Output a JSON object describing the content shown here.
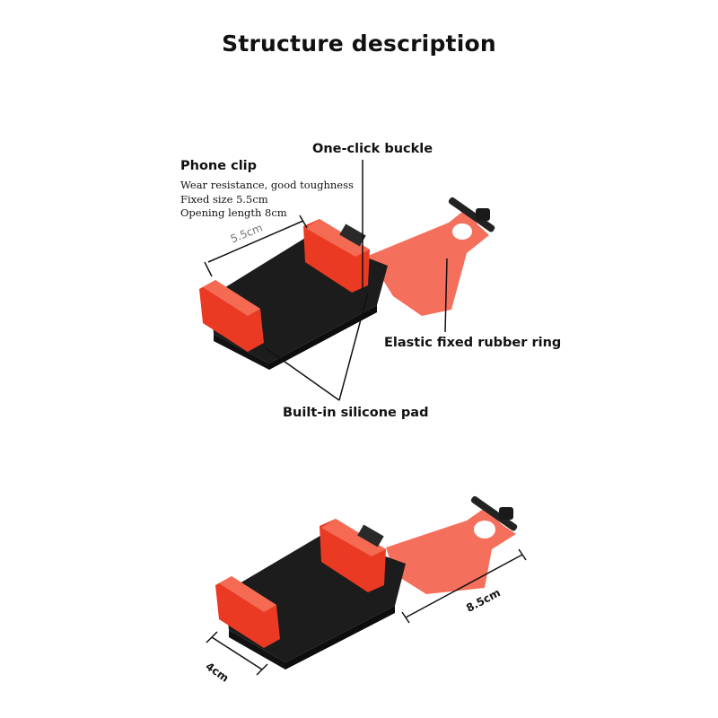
{
  "title": "Structure description",
  "labels": {
    "phone_clip": "Phone clip",
    "one_click_buckle": "One-click buckle",
    "elastic_ring": "Elastic fixed rubber ring",
    "silicone_pad": "Built-in silicone pad"
  },
  "specs": [
    "Wear resistance, good toughness",
    "Fixed size 5.5cm",
    "Opening length 8cm"
  ],
  "dimensions": {
    "width_top": "5.5cm",
    "strap_length": "8.5cm",
    "depth": "4cm"
  },
  "colors": {
    "clip_red": "#ea3a24",
    "strap_red": "#f2553f",
    "body_black": "#1c1c1c"
  }
}
